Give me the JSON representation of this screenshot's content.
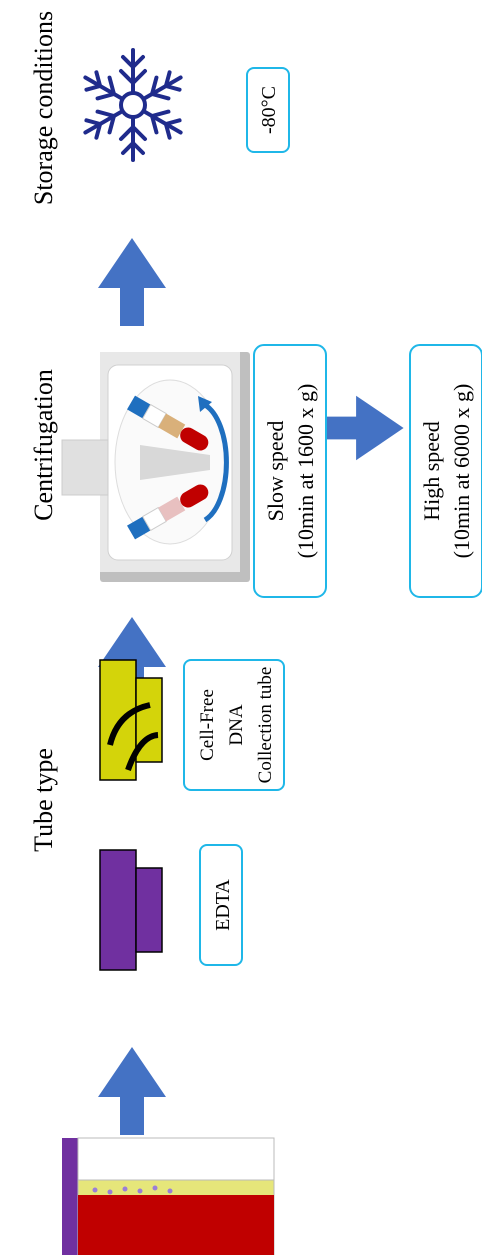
{
  "stages": {
    "tube_type": {
      "heading": "Tube type",
      "options": [
        {
          "label": "EDTA"
        },
        {
          "label_lines": [
            "Cell-Free",
            "DNA",
            "Collection tube"
          ]
        }
      ]
    },
    "centrifugation": {
      "heading": "Centrifugation",
      "steps": [
        {
          "lines": [
            "Slow speed",
            "(10min at 1600 x g)"
          ]
        },
        {
          "lines": [
            "High speed",
            "(10min at 6000 x g)"
          ]
        }
      ]
    },
    "storage": {
      "heading": "Storage conditions",
      "temperature": "-80°C"
    }
  },
  "colors": {
    "arrow": "#4472C4",
    "box_border": "#1FB7E8",
    "edta_cap": "#7030A0",
    "cfdna_cap": "#D4D40A",
    "blood": "#C00000",
    "snowflake": "#1F2B8C"
  }
}
